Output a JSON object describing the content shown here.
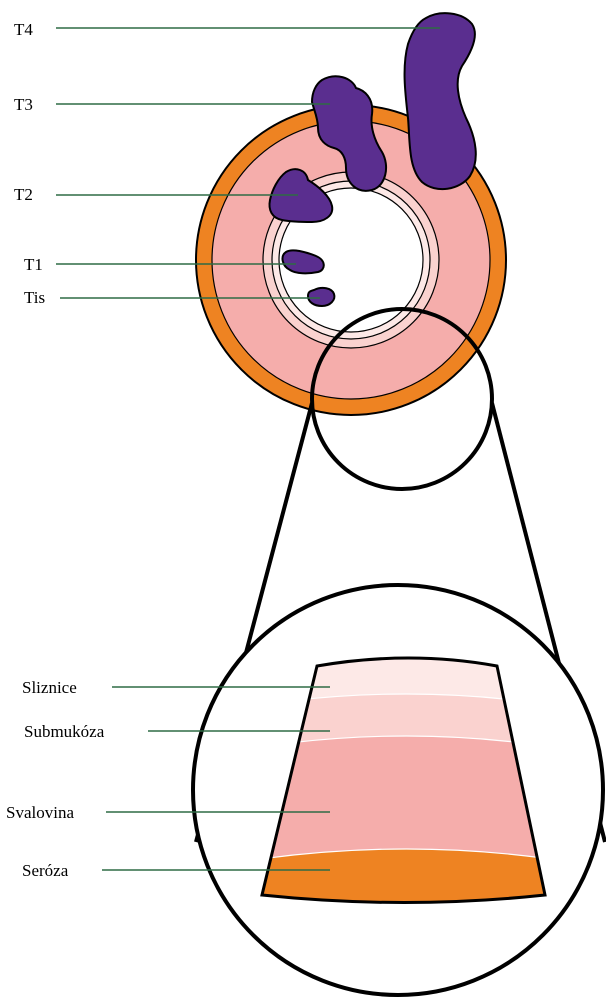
{
  "colors": {
    "serosa": "#ee8322",
    "muscle": "#f5adab",
    "submucosa": "#fad2cf",
    "mucosa": "#fde9e7",
    "tumor": "#5a2e8f",
    "leader": "#2e6b45",
    "outline": "#000000"
  },
  "tumor_labels": [
    {
      "id": "t4",
      "text": "T4"
    },
    {
      "id": "t3",
      "text": "T3"
    },
    {
      "id": "t2",
      "text": "T2"
    },
    {
      "id": "t1",
      "text": "T1"
    },
    {
      "id": "tis",
      "text": "Tis"
    }
  ],
  "layer_labels": [
    {
      "id": "mucosa",
      "text": "Sliznice"
    },
    {
      "id": "submucosa",
      "text": "Submukóza"
    },
    {
      "id": "muscle",
      "text": "Svalovina"
    },
    {
      "id": "serosa",
      "text": "Seróza"
    }
  ]
}
